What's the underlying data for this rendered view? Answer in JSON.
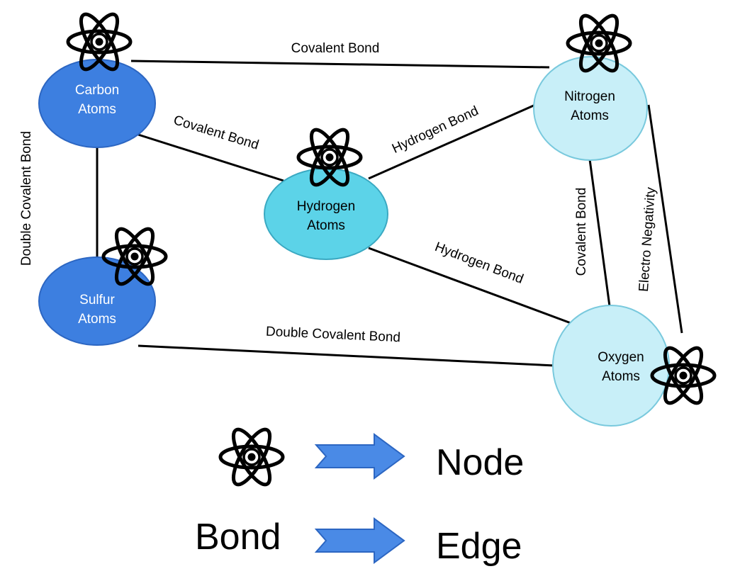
{
  "colors": {
    "carbon_fill": "#3D7FE0",
    "sulfur_fill": "#3D7FE0",
    "dark_node_stroke": "#2C66C2",
    "hydrogen_fill": "#5CD3E8",
    "hydrogen_stroke": "#3AA9C2",
    "nitrogen_fill": "#C8EFF8",
    "oxygen_fill": "#C8EFF8",
    "light_node_stroke": "#79C9DD",
    "edge": "#000000",
    "arrow_fill": "#4A8AE6",
    "arrow_stroke": "#2C66C2",
    "atom_icon": "#000000"
  },
  "nodes": {
    "carbon": {
      "line1": "Carbon",
      "line2": "Atoms"
    },
    "sulfur": {
      "line1": "Sulfur",
      "line2": "Atoms"
    },
    "hydrogen": {
      "line1": "Hydrogen",
      "line2": "Atoms"
    },
    "nitrogen": {
      "line1": "Nitrogen",
      "line2": "Atoms"
    },
    "oxygen": {
      "line1": "Oxygen",
      "line2": "Atoms"
    }
  },
  "edges": {
    "carbon_nitrogen": "Covalent Bond",
    "carbon_hydrogen": "Covalent Bond",
    "carbon_sulfur": "Double Covalent Bond",
    "hydrogen_nitrogen": "Hydrogen Bond",
    "hydrogen_oxygen": "Hydrogen Bond",
    "sulfur_oxygen": "Double Covalent Bond",
    "nitrogen_oxygen_covalent": "Covalent Bond",
    "nitrogen_oxygen_electro": "Electro Negativity"
  },
  "legend": {
    "node_target": "Node",
    "bond_source": "Bond",
    "edge_target": "Edge",
    "icon": "atom-icon"
  }
}
